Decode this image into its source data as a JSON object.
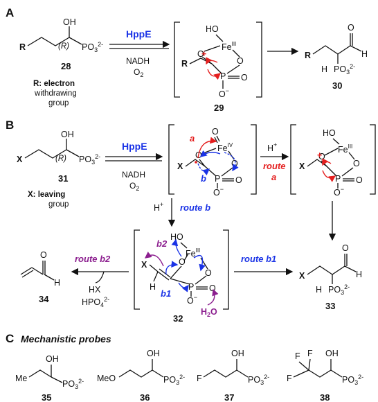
{
  "panels": {
    "a": "A",
    "b": "B",
    "c": "C"
  },
  "section_c_title": "Mechanistic probes",
  "enzyme": "HppE",
  "reagents": {
    "nadh": "NADH",
    "o2": "O",
    "o2_sub": "2"
  },
  "compounds": {
    "c28": "28",
    "c29": "29",
    "c30": "30",
    "c31": "31",
    "c32": "32",
    "c33": "33",
    "c34": "34",
    "c35": "35",
    "c36": "36",
    "c37": "37",
    "c38": "38"
  },
  "notes": {
    "r_line1": "R: electron",
    "r_line2": "withdrawing",
    "r_line3": "group",
    "x_line1": "X: leaving",
    "x_line2": "group"
  },
  "routes": {
    "route": "route",
    "a": "a",
    "route_b": "route b",
    "route_b1": "route b1",
    "route_b2": "route b2",
    "b": "b",
    "b1": "b1",
    "b2": "b2"
  },
  "atoms": {
    "oh": "OH",
    "ho": "HO",
    "o": "O",
    "h": "H",
    "r": "R",
    "x": "X",
    "fe": "Fe",
    "fe3": "III",
    "fe4": "IV",
    "r_stereo": "(R)",
    "p": "P",
    "o_minus": "O",
    "minus": "−",
    "po3": "PO",
    "po3_sub": "3",
    "po3_sup": "2-",
    "hplus": "H",
    "plus": "+",
    "hx": "HX",
    "hpo4": "HPO",
    "hpo4_sub": "4",
    "hpo4_sup": "2-",
    "h2o": "H",
    "h2o_sub": "2",
    "h2o_o": "O",
    "me": "Me",
    "meo": "MeO",
    "f": "F"
  }
}
